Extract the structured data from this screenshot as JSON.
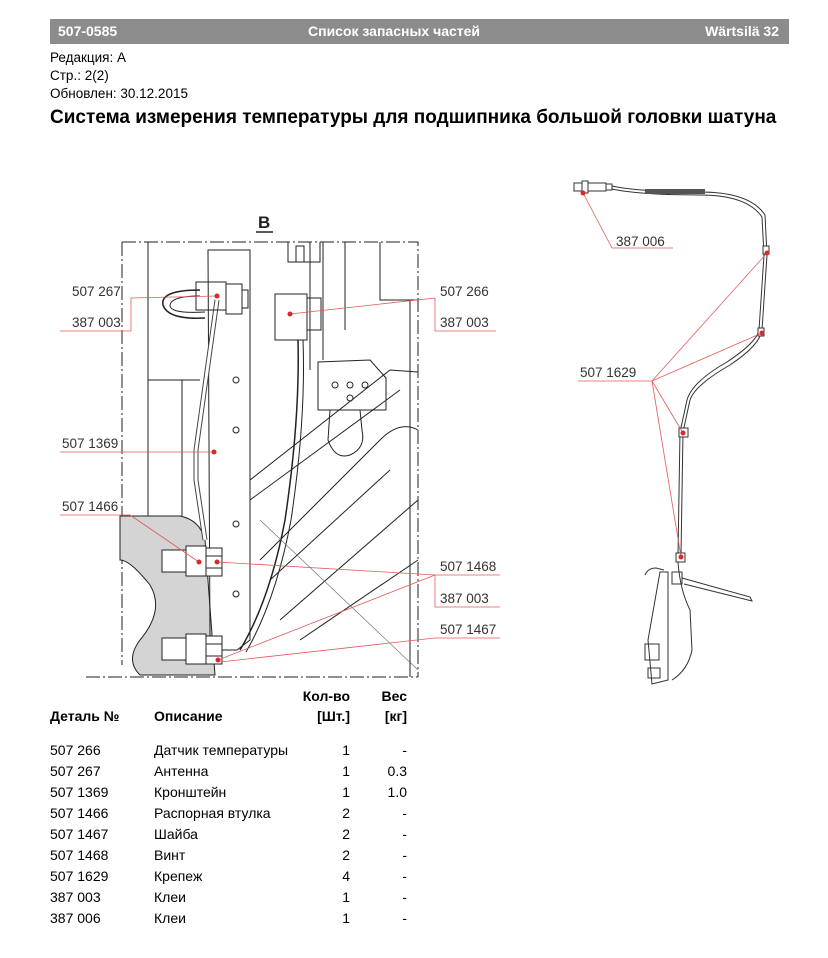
{
  "header": {
    "doc_no": "507-0585",
    "section": "Список запасных частей",
    "brand": "Wärtsilä 32"
  },
  "meta": {
    "revision": "Редакция: A",
    "page": "Стр.: 2(2)",
    "updated": "Обновлен: 30.12.2015"
  },
  "title": "Система измерения температуры для подшипника большой головки шатуна",
  "drawing": {
    "view_letter": "B",
    "callouts": {
      "c507267": "507 267",
      "c387003a": "387 003",
      "c5071369": "507 1369",
      "c5071466": "507 1466",
      "c507266": "507 266",
      "c387003b": "387 003",
      "c5071468": "507 1468",
      "c387003c": "387 003",
      "c5071467": "507 1467",
      "c387006": "387 006",
      "c5071629": "507 1629"
    }
  },
  "table": {
    "headers": {
      "part_no": "Деталь №",
      "description": "Описание",
      "qty_top": "Кол-во",
      "qty_bottom": "[Шт.]",
      "weight_top": "Вес",
      "weight_bottom": "[кг]"
    },
    "rows": [
      {
        "part_no": "507 266",
        "description": "Датчик температуры",
        "qty": "1",
        "weight": "-"
      },
      {
        "part_no": "507 267",
        "description": "Антенна",
        "qty": "1",
        "weight": "0.3"
      },
      {
        "part_no": "507 1369",
        "description": "Кронштейн",
        "qty": "1",
        "weight": "1.0"
      },
      {
        "part_no": "507 1466",
        "description": "Распорная втулка",
        "qty": "2",
        "weight": "-"
      },
      {
        "part_no": "507 1467",
        "description": "Шайба",
        "qty": "2",
        "weight": "-"
      },
      {
        "part_no": "507 1468",
        "description": "Винт",
        "qty": "2",
        "weight": "-"
      },
      {
        "part_no": "507 1629",
        "description": "Крепеж",
        "qty": "4",
        "weight": "-"
      },
      {
        "part_no": "387 003",
        "description": "Клеи",
        "qty": "1",
        "weight": "-"
      },
      {
        "part_no": "387 006",
        "description": "Клеи",
        "qty": "1",
        "weight": "-"
      }
    ]
  }
}
